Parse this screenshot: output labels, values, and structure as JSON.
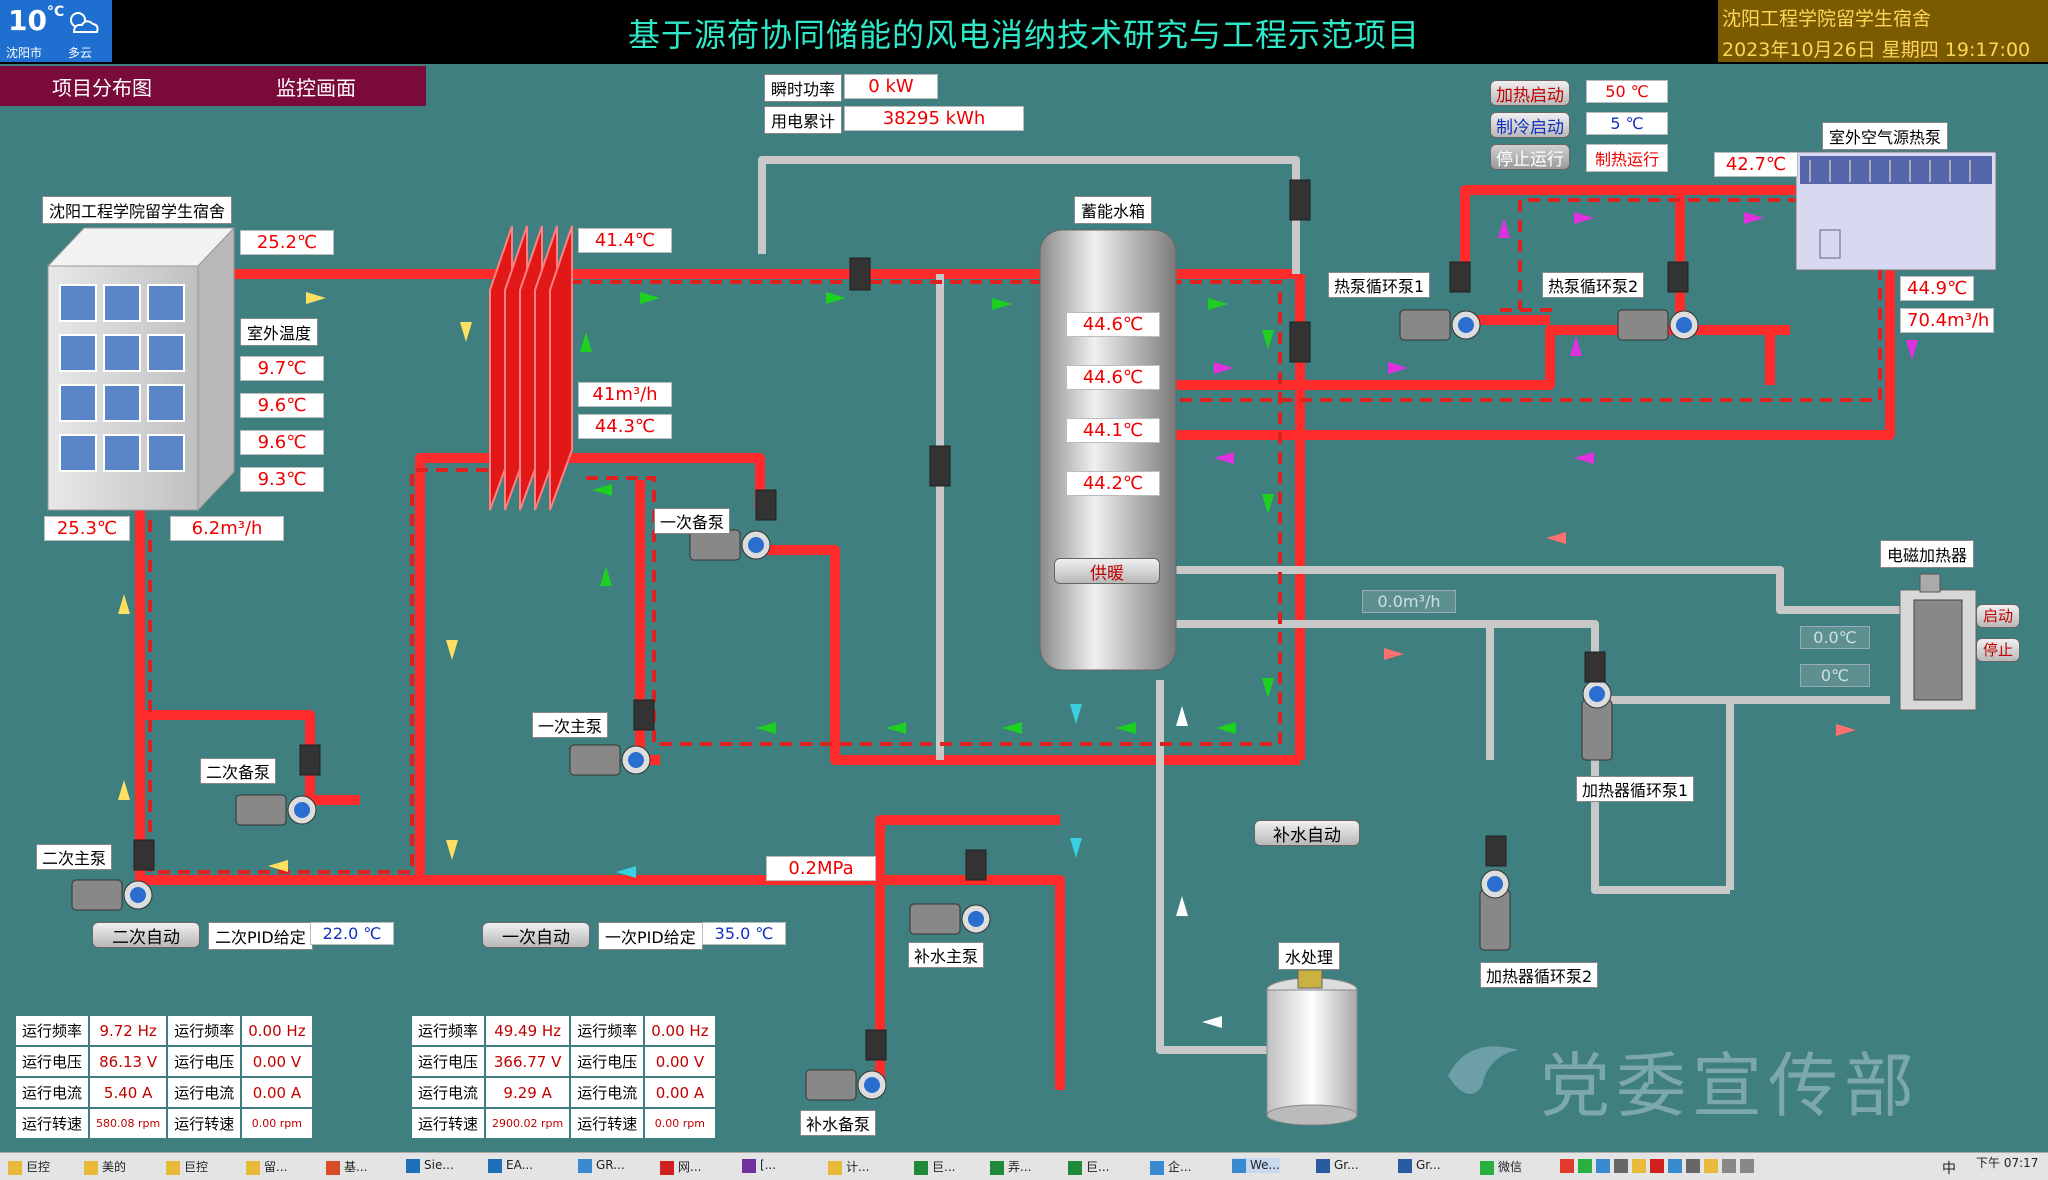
{
  "weather": {
    "temp": "10",
    "unit": "°C",
    "city": "沈阳市",
    "condition": "多云"
  },
  "title": "基于源荷协同储能的风电消纳技术研究与工程示范项目",
  "site": {
    "name": "沈阳工程学院留学生宿舍",
    "datetime": "2023年10月26日  星期四  19:17:00"
  },
  "nav": {
    "distribution": "项目分布图",
    "monitor": "监控画面"
  },
  "meter": {
    "power_label": "瞬时功率",
    "power_value": "0  kW",
    "energy_label": "用电累计",
    "energy_value": "38295  kWh"
  },
  "building": {
    "label": "沈阳工程学院留学生宿舍",
    "supply_temp": "25.2℃",
    "return_temp": "25.3℃",
    "flow": "6.2m³/h",
    "outdoor_label": "室外温度",
    "outdoor": [
      "9.7℃",
      "9.6℃",
      "9.6℃",
      "9.3℃"
    ]
  },
  "exchanger": {
    "temp_top": "41.4℃",
    "flow": "41m³/h",
    "temp_bottom": "44.3℃"
  },
  "tank": {
    "label": "蓄能水箱",
    "temps": [
      "44.6℃",
      "44.6℃",
      "44.1℃",
      "44.2℃"
    ],
    "mode": "供暖"
  },
  "heatpump": {
    "heat_start": "加热启动",
    "heat_set": "50 ℃",
    "cool_start": "制冷启动",
    "cool_set": "5 ℃",
    "stop": "停止运行",
    "mode_status": "制热运行",
    "label": "室外空气源热泵",
    "outlet_temp": "42.7℃",
    "inlet_temp": "44.9℃",
    "flow": "70.4m³/h",
    "pump1": "热泵循环泵1",
    "pump2": "热泵循环泵2"
  },
  "heater": {
    "label": "电磁加热器",
    "start": "启动",
    "stop": "停止",
    "flow": "0.0m³/h",
    "temp1": "0.0℃",
    "temp2": "0℃",
    "pump1": "加热器循环泵1",
    "pump2": "加热器循环泵2"
  },
  "pumps": {
    "primary_backup": "一次备泵",
    "primary_main": "一次主泵",
    "secondary_backup": "二次备泵",
    "secondary_main": "二次主泵",
    "makeup_main": "补水主泵",
    "makeup_backup": "补水备泵"
  },
  "pressure": "0.2MPa",
  "makeup_auto": "补水自动",
  "water_treatment": "水处理",
  "control": {
    "secondary_auto": "二次自动",
    "secondary_pid_label": "二次PID给定",
    "secondary_pid": "22.0 ℃",
    "primary_auto": "一次自动",
    "primary_pid_label": "一次PID给定",
    "primary_pid": "35.0 ℃"
  },
  "stats": {
    "labels": [
      "运行频率",
      "运行电压",
      "运行电流",
      "运行转速"
    ],
    "secondary_main": [
      "9.72 Hz",
      "86.13 V",
      "5.40 A",
      "580.08 rpm"
    ],
    "secondary_backup": [
      "0.00 Hz",
      "0.00 V",
      "0.00 A",
      "0.00 rpm"
    ],
    "primary_main": [
      "49.49 Hz",
      "366.77 V",
      "9.29 A",
      "2900.02 rpm"
    ],
    "primary_backup": [
      "0.00 Hz",
      "0.00 V",
      "0.00 A",
      "0.00 rpm"
    ]
  },
  "watermark": "党委宣传部",
  "taskbar": {
    "items": [
      "巨控",
      "美的",
      "巨控",
      "留...",
      "基...",
      "Sie...",
      "EA...",
      "GR...",
      "网...",
      "[...",
      "计...",
      "巨...",
      "弄...",
      "巨...",
      "企...",
      "We...",
      "Gr...",
      "Gr...",
      "微信"
    ],
    "clock": "下午 07:17",
    "ime": "中"
  },
  "colors": {
    "pipe_hot": "#ff2a2a",
    "pipe_cold": "#c8c8c8",
    "background": "#3f7f7f",
    "title": "#2ee8c8"
  }
}
